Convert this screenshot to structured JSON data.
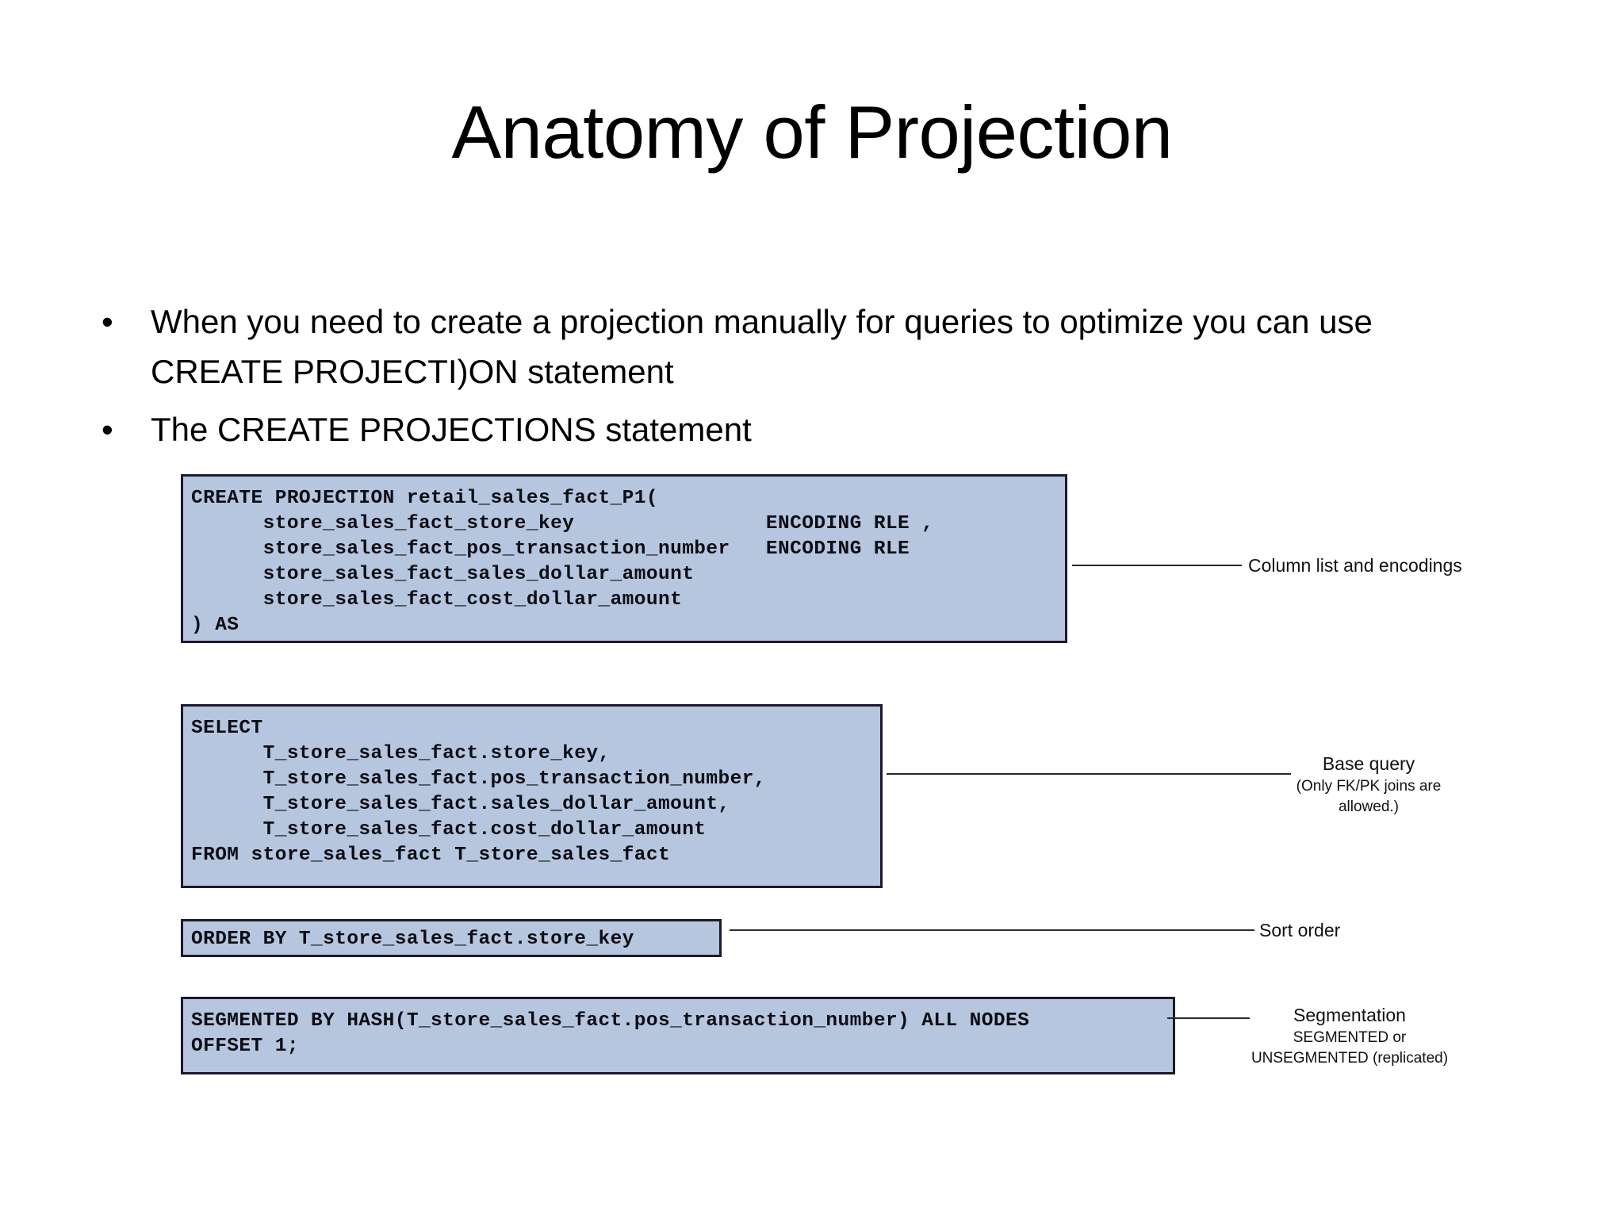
{
  "slide": {
    "title": "Anatomy of Projection",
    "bullet_marker": "•",
    "bullets": [
      "When you need to create a projection manually for queries to optimize you can use CREATE PROJECTI)ON statement",
      "The CREATE PROJECTIONS statement"
    ]
  },
  "diagram": {
    "box_fill_color": "#b6c6de",
    "box_border_color": "#1a1a2e",
    "code_blocks": [
      {
        "id": "create-projection",
        "code": "CREATE PROJECTION retail_sales_fact_P1(\n      store_sales_fact_store_key                ENCODING RLE ,\n      store_sales_fact_pos_transaction_number   ENCODING RLE\n      store_sales_fact_sales_dollar_amount\n      store_sales_fact_cost_dollar_amount\n) AS"
      },
      {
        "id": "base-select",
        "code": "SELECT\n      T_store_sales_fact.store_key,\n      T_store_sales_fact.pos_transaction_number,\n      T_store_sales_fact.sales_dollar_amount,\n      T_store_sales_fact.cost_dollar_amount\nFROM store_sales_fact T_store_sales_fact"
      },
      {
        "id": "order-by",
        "code": "ORDER BY T_store_sales_fact.store_key"
      },
      {
        "id": "segmented-by",
        "code": "SEGMENTED BY HASH(T_store_sales_fact.pos_transaction_number) ALL NODES\nOFFSET 1;"
      }
    ],
    "annotations": [
      {
        "id": "column-list",
        "main": "Column list and encodings",
        "sub": ""
      },
      {
        "id": "base-query",
        "main": "Base query",
        "sub": "(Only FK/PK joins are\nallowed.)"
      },
      {
        "id": "sort-order",
        "main": "Sort order",
        "sub": ""
      },
      {
        "id": "segmentation",
        "main": "Segmentation",
        "sub": "SEGMENTED or\nUNSEGMENTED (replicated)"
      }
    ]
  }
}
